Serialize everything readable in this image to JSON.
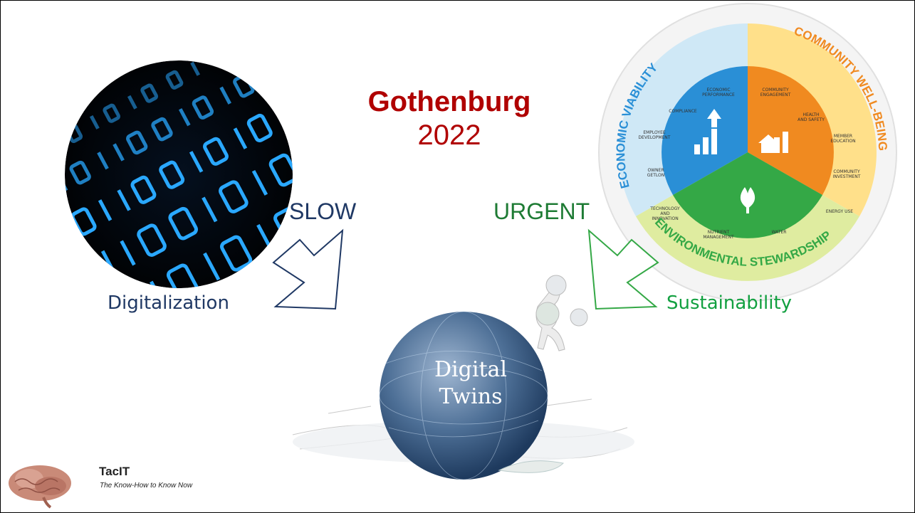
{
  "title": {
    "main": "Gothenburg",
    "year": "2022"
  },
  "words": {
    "slow": "SLOW",
    "urgent": "URGENT"
  },
  "captions": {
    "left": "Digitalization",
    "right": "Sustainability"
  },
  "center": {
    "line1": "Digital",
    "line2": "Twins"
  },
  "wheel": {
    "ring_top_left": "ECONOMIC VIABILITY",
    "ring_top_right": "COMMUNITY WELL-BEING",
    "ring_bottom": "ENVIRONMENTAL STEWARDSHIP",
    "segments": [
      "ECONOMIC PERFORMANCE",
      "COMMUNITY ENGAGEMENT",
      "COMPLIANCE",
      "HEALTH AND SAFETY",
      "EMPLOYEE DEVELOPMENT",
      "MEMBER EDUCATION",
      "OWNER GETLON",
      "COMMUNITY INVESTMENT",
      "TECHNOLOGY AND INNOVATION",
      "ENERGY USE",
      "NUTRIENT MANAGEMENT",
      "WATER"
    ]
  },
  "logo": {
    "name": "TacIT",
    "tagline": "The Know-How to Know Now"
  },
  "colors": {
    "title": "#b00000",
    "slow": "#1f3864",
    "urgent": "#1e7b34",
    "sustainability": "#12a040"
  }
}
